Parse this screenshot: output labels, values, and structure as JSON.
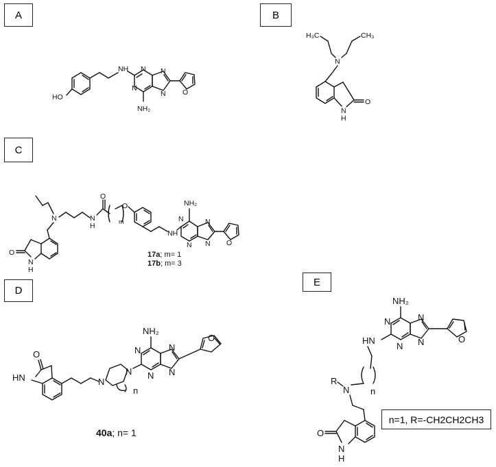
{
  "panels": [
    {
      "id": "A",
      "label": "A"
    },
    {
      "id": "B",
      "label": "B"
    },
    {
      "id": "C",
      "label": "C"
    },
    {
      "id": "D",
      "label": "D"
    },
    {
      "id": "E",
      "label": "E"
    }
  ],
  "atoms": {
    "nh2": "NH₂",
    "nh": "NH",
    "hn": "HN",
    "h": "H",
    "n": "N",
    "o": "O",
    "ho": "HO",
    "h3c": "H₃C",
    "ch3": "CH₃",
    "r": "R",
    "m": "m",
    "n_sub": "n"
  },
  "captions": {
    "c_17a_bold": "17a",
    "c_17a_rest": "; m= 1",
    "c_17b_bold": "17b",
    "c_17b_rest": "; m= 3",
    "d_bold": "40a",
    "d_rest": "; n= 1",
    "e_box": "n=1, R=-CH2CH2CH3"
  }
}
